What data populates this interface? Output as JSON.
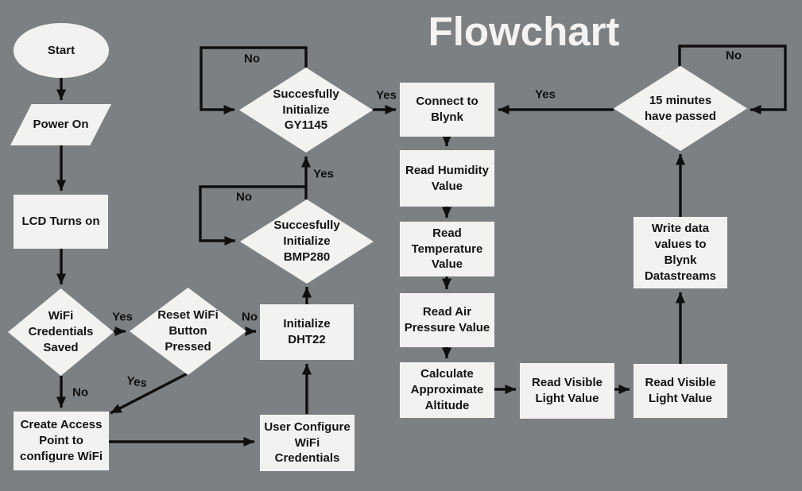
{
  "title": "Flowchart",
  "meta": {
    "background_color": "#7d8083",
    "shape_fill_color": "#f2f2f0",
    "line_color": "#0f0f0f",
    "text_color": "#141414",
    "title_color": "#f4f3f1"
  },
  "nodes": {
    "start": {
      "label": "Start",
      "shape": "ellipse"
    },
    "power_on": {
      "label": "Power On",
      "shape": "parallelogram"
    },
    "lcd_turns_on": {
      "label": "LCD Turns on",
      "shape": "rect"
    },
    "wifi_credentials_saved": {
      "label": "WiFi Credentials Saved",
      "shape": "diamond"
    },
    "reset_wifi_button_pressed": {
      "label": "Reset WiFi Button Pressed",
      "shape": "diamond"
    },
    "initialize_dht22": {
      "label": "Initialize DHT22",
      "shape": "rect"
    },
    "create_access_point": {
      "label": "Create Access Point to configure WiFi",
      "shape": "rect"
    },
    "user_configure_wifi": {
      "label": "User Configure WiFi Credentials",
      "shape": "rect"
    },
    "succesfully_initialize_bmp280": {
      "label": "Succesfully Initialize BMP280",
      "shape": "diamond"
    },
    "succesfully_initialize_gy1145": {
      "label": "Succesfully Initialize GY1145",
      "shape": "diamond"
    },
    "connect_to_blynk": {
      "label": "Connect to Blynk",
      "shape": "rect"
    },
    "read_humidity_value": {
      "label": "Read Humidity Value",
      "shape": "rect"
    },
    "read_temperature_value": {
      "label": "Read Temperature Value",
      "shape": "rect"
    },
    "read_air_pressure_value": {
      "label": "Read Air Pressure Value",
      "shape": "rect"
    },
    "calculate_approximate_altitude": {
      "label": "Calculate Approximate Altitude",
      "shape": "rect"
    },
    "read_visible_light_value_1": {
      "label": "Read Visible Light Value",
      "shape": "rect"
    },
    "read_visible_light_value_2": {
      "label": "Read Visible Light Value",
      "shape": "rect"
    },
    "write_data_values": {
      "label": "Write data values  to Blynk Datastreams",
      "shape": "rect"
    },
    "fifteen_minutes_have_passed": {
      "label": "15 minutes have passed",
      "shape": "diamond"
    }
  },
  "edge_labels": {
    "wifi_saved_yes": "Yes",
    "reset_wifi_no": "No",
    "wifi_saved_no": "No",
    "reset_wifi_yes": "Yes",
    "bmp280_yes": "Yes",
    "bmp280_no": "No",
    "gy1145_yes": "Yes",
    "gy1145_no": "No",
    "fifteen_minutes_yes": "Yes",
    "fifteen_minutes_no": "No"
  },
  "edges": [
    {
      "from": "start",
      "to": "power_on",
      "label": ""
    },
    {
      "from": "power_on",
      "to": "lcd_turns_on",
      "label": ""
    },
    {
      "from": "lcd_turns_on",
      "to": "wifi_credentials_saved",
      "label": ""
    },
    {
      "from": "wifi_credentials_saved",
      "to": "reset_wifi_button_pressed",
      "label": "Yes"
    },
    {
      "from": "wifi_credentials_saved",
      "to": "create_access_point",
      "label": "No"
    },
    {
      "from": "reset_wifi_button_pressed",
      "to": "initialize_dht22",
      "label": "No"
    },
    {
      "from": "reset_wifi_button_pressed",
      "to": "create_access_point",
      "label": "Yes"
    },
    {
      "from": "create_access_point",
      "to": "user_configure_wifi",
      "label": ""
    },
    {
      "from": "user_configure_wifi",
      "to": "initialize_dht22",
      "label": ""
    },
    {
      "from": "initialize_dht22",
      "to": "succesfully_initialize_bmp280",
      "label": ""
    },
    {
      "from": "succesfully_initialize_bmp280",
      "to": "succesfully_initialize_gy1145",
      "label": "Yes"
    },
    {
      "from": "succesfully_initialize_bmp280",
      "to": "succesfully_initialize_bmp280",
      "label": "No"
    },
    {
      "from": "succesfully_initialize_gy1145",
      "to": "connect_to_blynk",
      "label": "Yes"
    },
    {
      "from": "succesfully_initialize_gy1145",
      "to": "succesfully_initialize_gy1145",
      "label": "No"
    },
    {
      "from": "connect_to_blynk",
      "to": "read_humidity_value",
      "label": ""
    },
    {
      "from": "read_humidity_value",
      "to": "read_temperature_value",
      "label": ""
    },
    {
      "from": "read_temperature_value",
      "to": "read_air_pressure_value",
      "label": ""
    },
    {
      "from": "read_air_pressure_value",
      "to": "calculate_approximate_altitude",
      "label": ""
    },
    {
      "from": "calculate_approximate_altitude",
      "to": "read_visible_light_value_1",
      "label": ""
    },
    {
      "from": "read_visible_light_value_1",
      "to": "read_visible_light_value_2",
      "label": ""
    },
    {
      "from": "read_visible_light_value_2",
      "to": "write_data_values",
      "label": ""
    },
    {
      "from": "write_data_values",
      "to": "fifteen_minutes_have_passed",
      "label": ""
    },
    {
      "from": "fifteen_minutes_have_passed",
      "to": "connect_to_blynk",
      "label": "Yes"
    },
    {
      "from": "fifteen_minutes_have_passed",
      "to": "fifteen_minutes_have_passed",
      "label": "No"
    }
  ]
}
